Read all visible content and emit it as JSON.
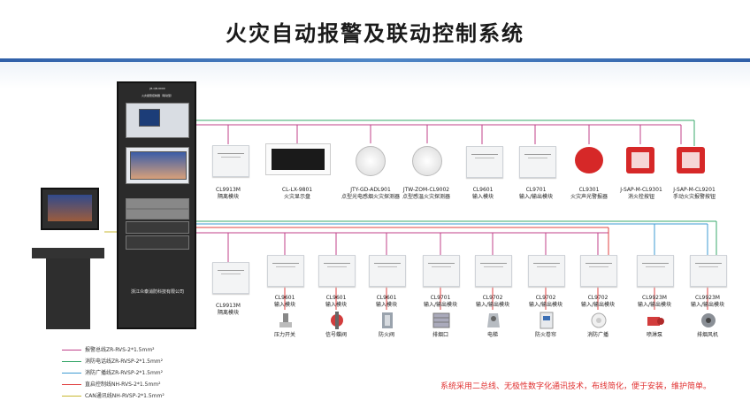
{
  "title": "火灾自动报警及联动控制系统",
  "cabinet": {
    "header_text": "JB-QB-9000",
    "subheader_text": "火灾报警控制器（联动型）",
    "maker_text": "浙江众泰消防科技有限公司"
  },
  "top_devices": [
    {
      "model": "CL9913M",
      "name": "隔离模块",
      "kind": "module"
    },
    {
      "model": "CL-LX-9801",
      "name": "火灾显示盘",
      "kind": "panel"
    },
    {
      "model": "JTY-GD-ADL901",
      "name": "点型光电感烟火灾探测器",
      "kind": "smoke"
    },
    {
      "model": "JTW-ZOM-CL9002",
      "name": "点型感温火灾探测器",
      "kind": "heat"
    },
    {
      "model": "CL9601",
      "name": "输入模块",
      "kind": "module"
    },
    {
      "model": "CL9701",
      "name": "输入/输出模块",
      "kind": "module"
    },
    {
      "model": "CL9301",
      "name": "火灾声光警报器",
      "kind": "alarm"
    },
    {
      "model": "J-SAP-M-CL9301",
      "name": "消火栓按钮",
      "kind": "redbox"
    },
    {
      "model": "J-SAP-M-CL9201",
      "name": "手动火灾报警按钮",
      "kind": "redbox"
    }
  ],
  "bottom_isolator": {
    "model": "CL9913M",
    "name": "隔离模块"
  },
  "bottom_devices": [
    {
      "model": "CL9601",
      "name": "输入模块",
      "equip": "压力开关"
    },
    {
      "model": "CL9601",
      "name": "输入模块",
      "equip": "信号蝶阀"
    },
    {
      "model": "CL9601",
      "name": "输入模块",
      "equip": "防火阀"
    },
    {
      "model": "CL9701",
      "name": "输入/输出模块",
      "equip": "排烟口"
    },
    {
      "model": "CL9702",
      "name": "输入/输出模块",
      "equip": "电梯"
    },
    {
      "model": "CL9702",
      "name": "输入/输出模块",
      "equip": "防火卷帘"
    },
    {
      "model": "CL9702",
      "name": "输入/输出模块",
      "equip": "消防广播"
    },
    {
      "model": "CL9923M",
      "name": "输入/输出模块",
      "equip": "喷淋泵"
    },
    {
      "model": "CL9923M",
      "name": "输入/输出模块",
      "equip": "排烟风机"
    }
  ],
  "legend": [
    {
      "text": "报警总线ZR-RVS-2*1.5mm²",
      "color": "#c0408a"
    },
    {
      "text": "消防电话线ZR-RVSP-2*1.5mm²",
      "color": "#39a86b"
    },
    {
      "text": "消防广播线ZR-RVSP-2*1.5mm²",
      "color": "#3e9bd3"
    },
    {
      "text": "直启控制线NH-RVS-2*1.5mm²",
      "color": "#e04040"
    },
    {
      "text": "CAN通讯线NH-RVSP-2*1.5mm²",
      "color": "#c8b830"
    }
  ],
  "note": "系统采用二总线、无极性数字化通讯技术，布线简化，便于安装，维护简单。",
  "colors": {
    "bus": "#c0408a",
    "phone": "#39a86b",
    "broadcast": "#3e9bd3",
    "direct": "#e04040",
    "can": "#c8b830"
  }
}
